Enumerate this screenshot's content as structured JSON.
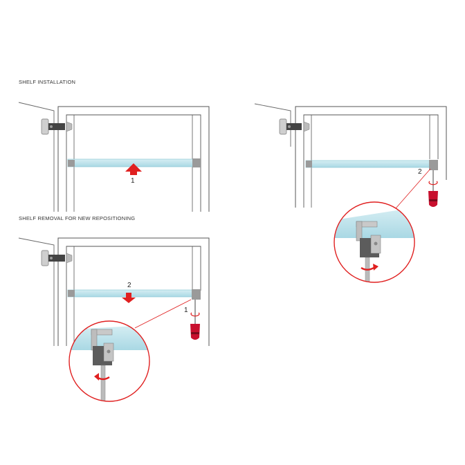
{
  "headings": {
    "installation": "SHELF INSTALLATION",
    "removal": "SHELF REMOVAL FOR NEW REPOSITIONING"
  },
  "steps": {
    "install_push": "1",
    "install_screw": "2",
    "removal_unscrew": "1",
    "removal_pull": "2"
  },
  "colors": {
    "glass": "#bfe4ec",
    "glass_edge": "#8ec8d6",
    "arrow": "#e02020",
    "callout": "#e02020",
    "frame": "#555555",
    "bracket": "#b5b5b5",
    "bracket_dark": "#555555",
    "screwdriver": "#c8102e"
  },
  "icons": [
    "hinge-icon",
    "shelf-support-bracket-icon",
    "screwdriver-icon",
    "rotate-arrow-icon",
    "up-arrow-icon",
    "down-arrow-icon"
  ]
}
